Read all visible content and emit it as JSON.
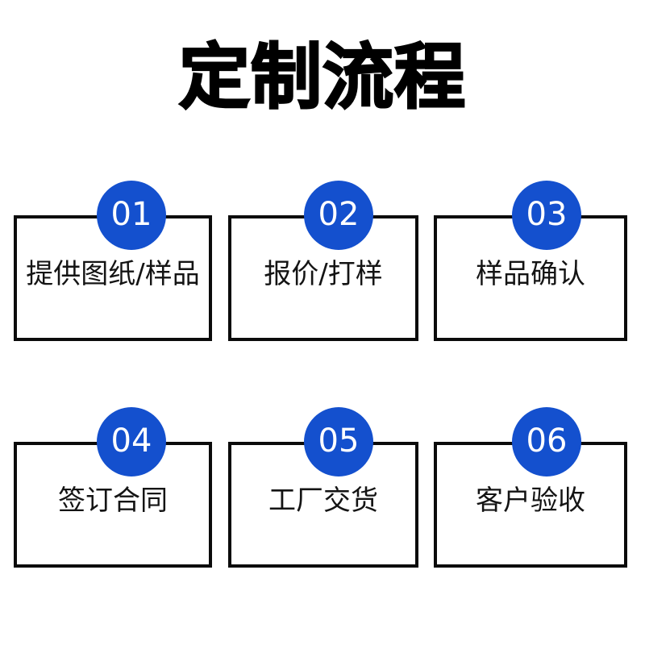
{
  "page": {
    "title": "定制流程",
    "background_color": "#ffffff",
    "accent_color": "#1450ce",
    "border_color": "#0b0b0b",
    "text_color": "#141414"
  },
  "steps": [
    {
      "number": "01",
      "label": "提供图纸/样品"
    },
    {
      "number": "02",
      "label": "报价/打样"
    },
    {
      "number": "03",
      "label": "样品确认"
    },
    {
      "number": "04",
      "label": "签订合同"
    },
    {
      "number": "05",
      "label": "工厂交货"
    },
    {
      "number": "06",
      "label": "客户验收"
    }
  ],
  "chart_data": {
    "type": "table",
    "title": "定制流程",
    "categories": [
      "01",
      "02",
      "03",
      "04",
      "05",
      "06"
    ],
    "values": [
      "提供图纸/样品",
      "报价/打样",
      "样品确认",
      "签订合同",
      "工厂交货",
      "客户验收"
    ],
    "xlabel": "",
    "ylabel": ""
  }
}
